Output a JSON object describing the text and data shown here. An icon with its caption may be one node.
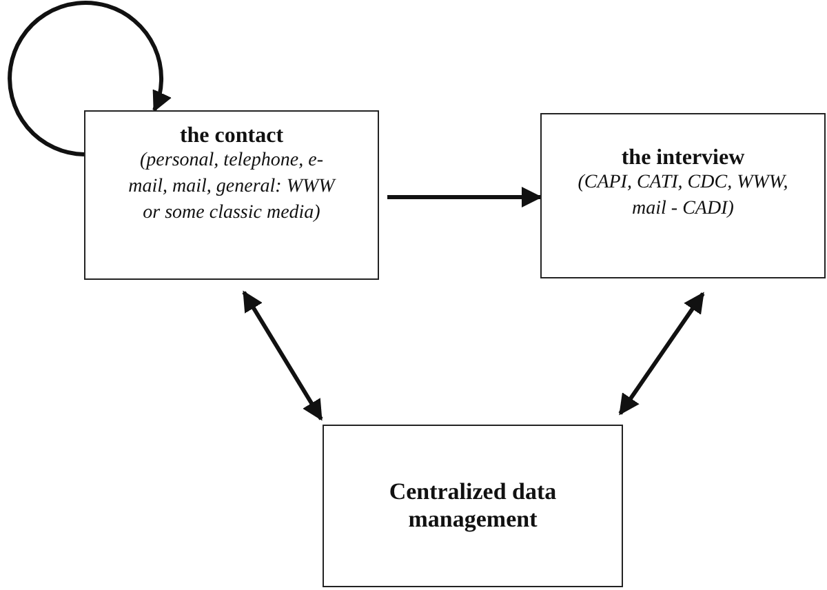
{
  "diagram": {
    "nodes": [
      {
        "text": [
          "the contact",
          "(personal, telephone, e-mail, mail, general: WWW or some classic media)"
        ]
      },
      {
        "text": [
          "the interview",
          "(CAPI, CATI, CDC, WWW, mail - CADI)"
        ]
      },
      {
        "text": [
          "Centralized data management"
        ]
      }
    ],
    "edges": [
      {
        "from": 0,
        "to": 0,
        "arrow": "to"
      },
      {
        "from": 0,
        "to": 1,
        "arrow": "to"
      },
      {
        "from": 0,
        "to": 2,
        "arrow": "both"
      },
      {
        "from": 1,
        "to": 2,
        "arrow": "both"
      }
    ]
  }
}
